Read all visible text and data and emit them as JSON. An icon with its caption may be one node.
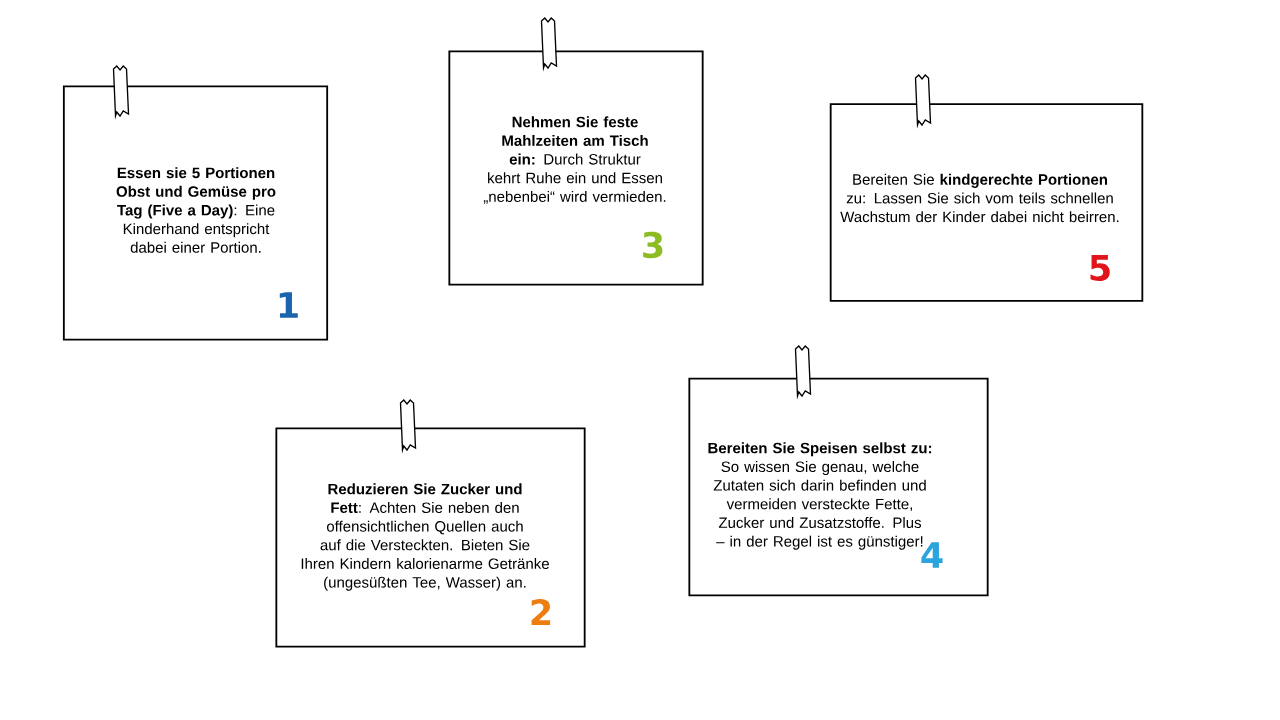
{
  "diagram": {
    "nodes": [
      {
        "text": [
          "**Essen sie 5 Portionen Obst und Gemüse pro Tag (Five a Day)**: Eine Kinderhand entspricht dabei einer Portion.",
          "1"
        ]
      },
      {
        "text": [
          "**Nehmen Sie feste Mahlzeiten am Tisch ein:** Durch Struktur kehrt Ruhe ein und Essen „nebenbei“ wird vermieden.",
          "3"
        ]
      },
      {
        "text": [
          "Bereiten Sie **kindgerechte Portionen** zu: Lassen Sie sich vom teils schnellen Wachstum der Kinder dabei nicht beirren.",
          "5"
        ]
      },
      {
        "text": [
          "**Reduzieren Sie Zucker und Fett**: Achten Sie neben den offensichtlichen Quellen auch auf die Versteckten. Bieten Sie Ihren Kindern kalorienarme Getränke (ungesüßten Tee, Wasser) an.",
          "2"
        ]
      },
      {
        "text": [
          "**Bereiten Sie Speisen selbst zu:** So wissen Sie genau, welche Zutaten sich darin befinden und vermeiden versteckte Fette, Zucker und Zusatzstoffe. Plus – in der Regel ist es günstiger!",
          "4"
        ]
      }
    ]
  }
}
